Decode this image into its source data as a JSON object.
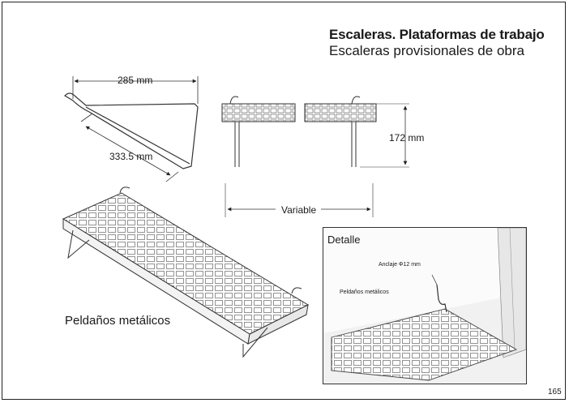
{
  "header": {
    "title": "Escaleras. Plataformas de trabajo",
    "subtitle": "Escaleras provisionales de obra"
  },
  "dimensions": {
    "width": "285 mm",
    "diagonal": "333.5 mm",
    "height": "172 mm",
    "length": "Variable"
  },
  "caption": "Peldaños metálicos",
  "detail": {
    "title": "Detalle",
    "anchor_label": "Anclaje Φ12 mm",
    "steps_label": "Peldaños metálicos"
  },
  "page_number": "165"
}
